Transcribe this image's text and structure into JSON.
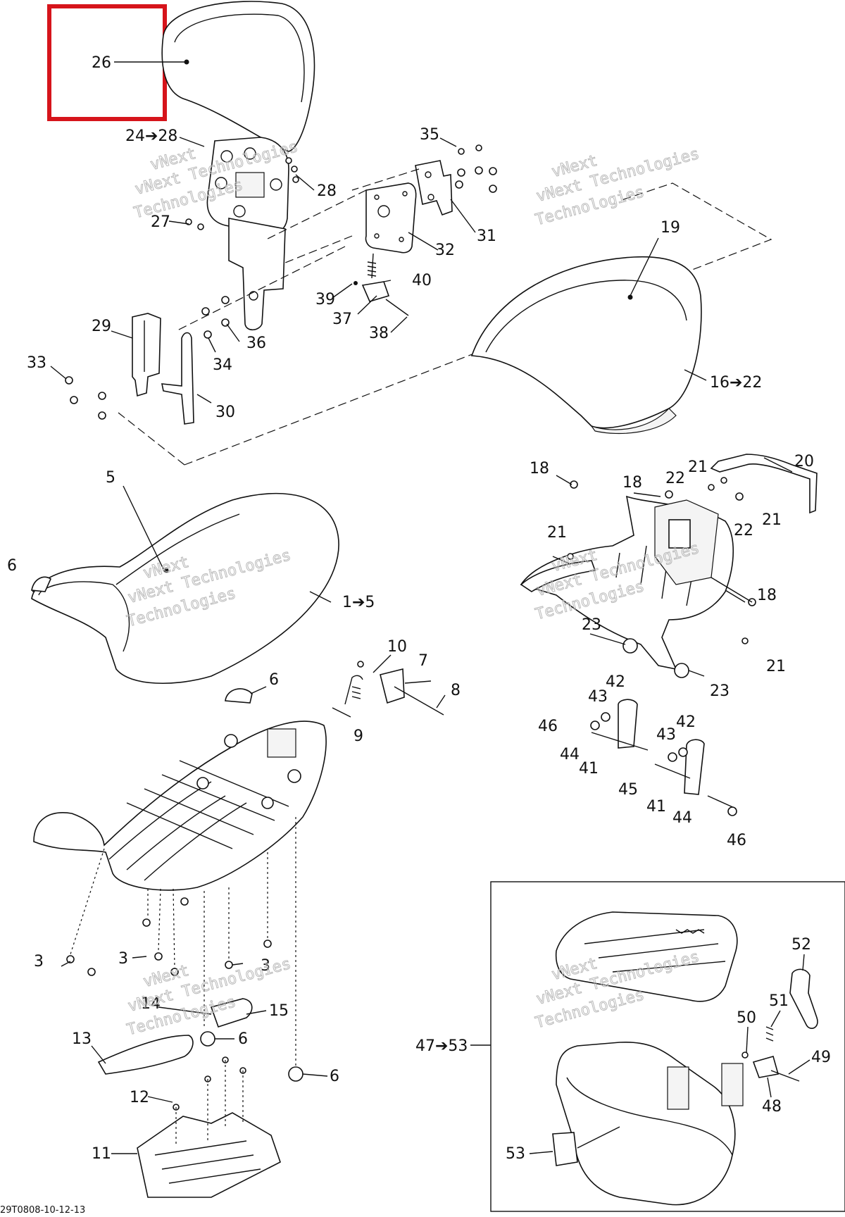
{
  "callouts": [
    {
      "id": "c26",
      "text": "26"
    },
    {
      "id": "c24",
      "text": "24➔28"
    },
    {
      "id": "c28",
      "text": "28"
    },
    {
      "id": "c27",
      "text": "27"
    },
    {
      "id": "c35",
      "text": "35"
    },
    {
      "id": "c31",
      "text": "31"
    },
    {
      "id": "c32",
      "text": "32"
    },
    {
      "id": "c40",
      "text": "40"
    },
    {
      "id": "c39",
      "text": "39"
    },
    {
      "id": "c37",
      "text": "37"
    },
    {
      "id": "c38",
      "text": "38"
    },
    {
      "id": "c29",
      "text": "29"
    },
    {
      "id": "c33",
      "text": "33"
    },
    {
      "id": "c34",
      "text": "34"
    },
    {
      "id": "c36",
      "text": "36"
    },
    {
      "id": "c30",
      "text": "30"
    },
    {
      "id": "c19",
      "text": "19"
    },
    {
      "id": "c16",
      "text": "16➔22"
    },
    {
      "id": "c18a",
      "text": "18"
    },
    {
      "id": "c18b",
      "text": "18"
    },
    {
      "id": "c18c",
      "text": "18"
    },
    {
      "id": "c21a",
      "text": "21"
    },
    {
      "id": "c22a",
      "text": "22"
    },
    {
      "id": "c20",
      "text": "20"
    },
    {
      "id": "c21b",
      "text": "21"
    },
    {
      "id": "c22b",
      "text": "22"
    },
    {
      "id": "c21c",
      "text": "21"
    },
    {
      "id": "c21d",
      "text": "21"
    },
    {
      "id": "c23a",
      "text": "23"
    },
    {
      "id": "c23b",
      "text": "23"
    },
    {
      "id": "c5",
      "text": "5"
    },
    {
      "id": "c6a",
      "text": "6"
    },
    {
      "id": "c1",
      "text": "1➔5"
    },
    {
      "id": "c10",
      "text": "10"
    },
    {
      "id": "c7",
      "text": "7"
    },
    {
      "id": "c8",
      "text": "8"
    },
    {
      "id": "c6b",
      "text": "6"
    },
    {
      "id": "c9",
      "text": "9"
    },
    {
      "id": "c42a",
      "text": "42"
    },
    {
      "id": "c43a",
      "text": "43"
    },
    {
      "id": "c46a",
      "text": "46"
    },
    {
      "id": "c44a",
      "text": "44"
    },
    {
      "id": "c41a",
      "text": "41"
    },
    {
      "id": "c43b",
      "text": "43"
    },
    {
      "id": "c42b",
      "text": "42"
    },
    {
      "id": "c45",
      "text": "45"
    },
    {
      "id": "c41b",
      "text": "41"
    },
    {
      "id": "c44b",
      "text": "44"
    },
    {
      "id": "c46b",
      "text": "46"
    },
    {
      "id": "c3a",
      "text": "3"
    },
    {
      "id": "c3b",
      "text": "3"
    },
    {
      "id": "c3c",
      "text": "3"
    },
    {
      "id": "c14",
      "text": "14"
    },
    {
      "id": "c15",
      "text": "15"
    },
    {
      "id": "c6c",
      "text": "6"
    },
    {
      "id": "c13",
      "text": "13"
    },
    {
      "id": "c6d",
      "text": "6"
    },
    {
      "id": "c12",
      "text": "12"
    },
    {
      "id": "c11",
      "text": "11"
    },
    {
      "id": "c47",
      "text": "47➔53"
    },
    {
      "id": "c52",
      "text": "52"
    },
    {
      "id": "c51",
      "text": "51"
    },
    {
      "id": "c50",
      "text": "50"
    },
    {
      "id": "c49",
      "text": "49"
    },
    {
      "id": "c48",
      "text": "48"
    },
    {
      "id": "c53",
      "text": "53"
    }
  ],
  "watermark": {
    "line1": "vNext",
    "line2": "vNext Technologies",
    "line3": "Technologies"
  },
  "footer_code": "29T0808-10-12-13",
  "colors": {
    "highlight": "#d6141b",
    "ink": "#111111",
    "watermark": "#b9b9b9"
  }
}
